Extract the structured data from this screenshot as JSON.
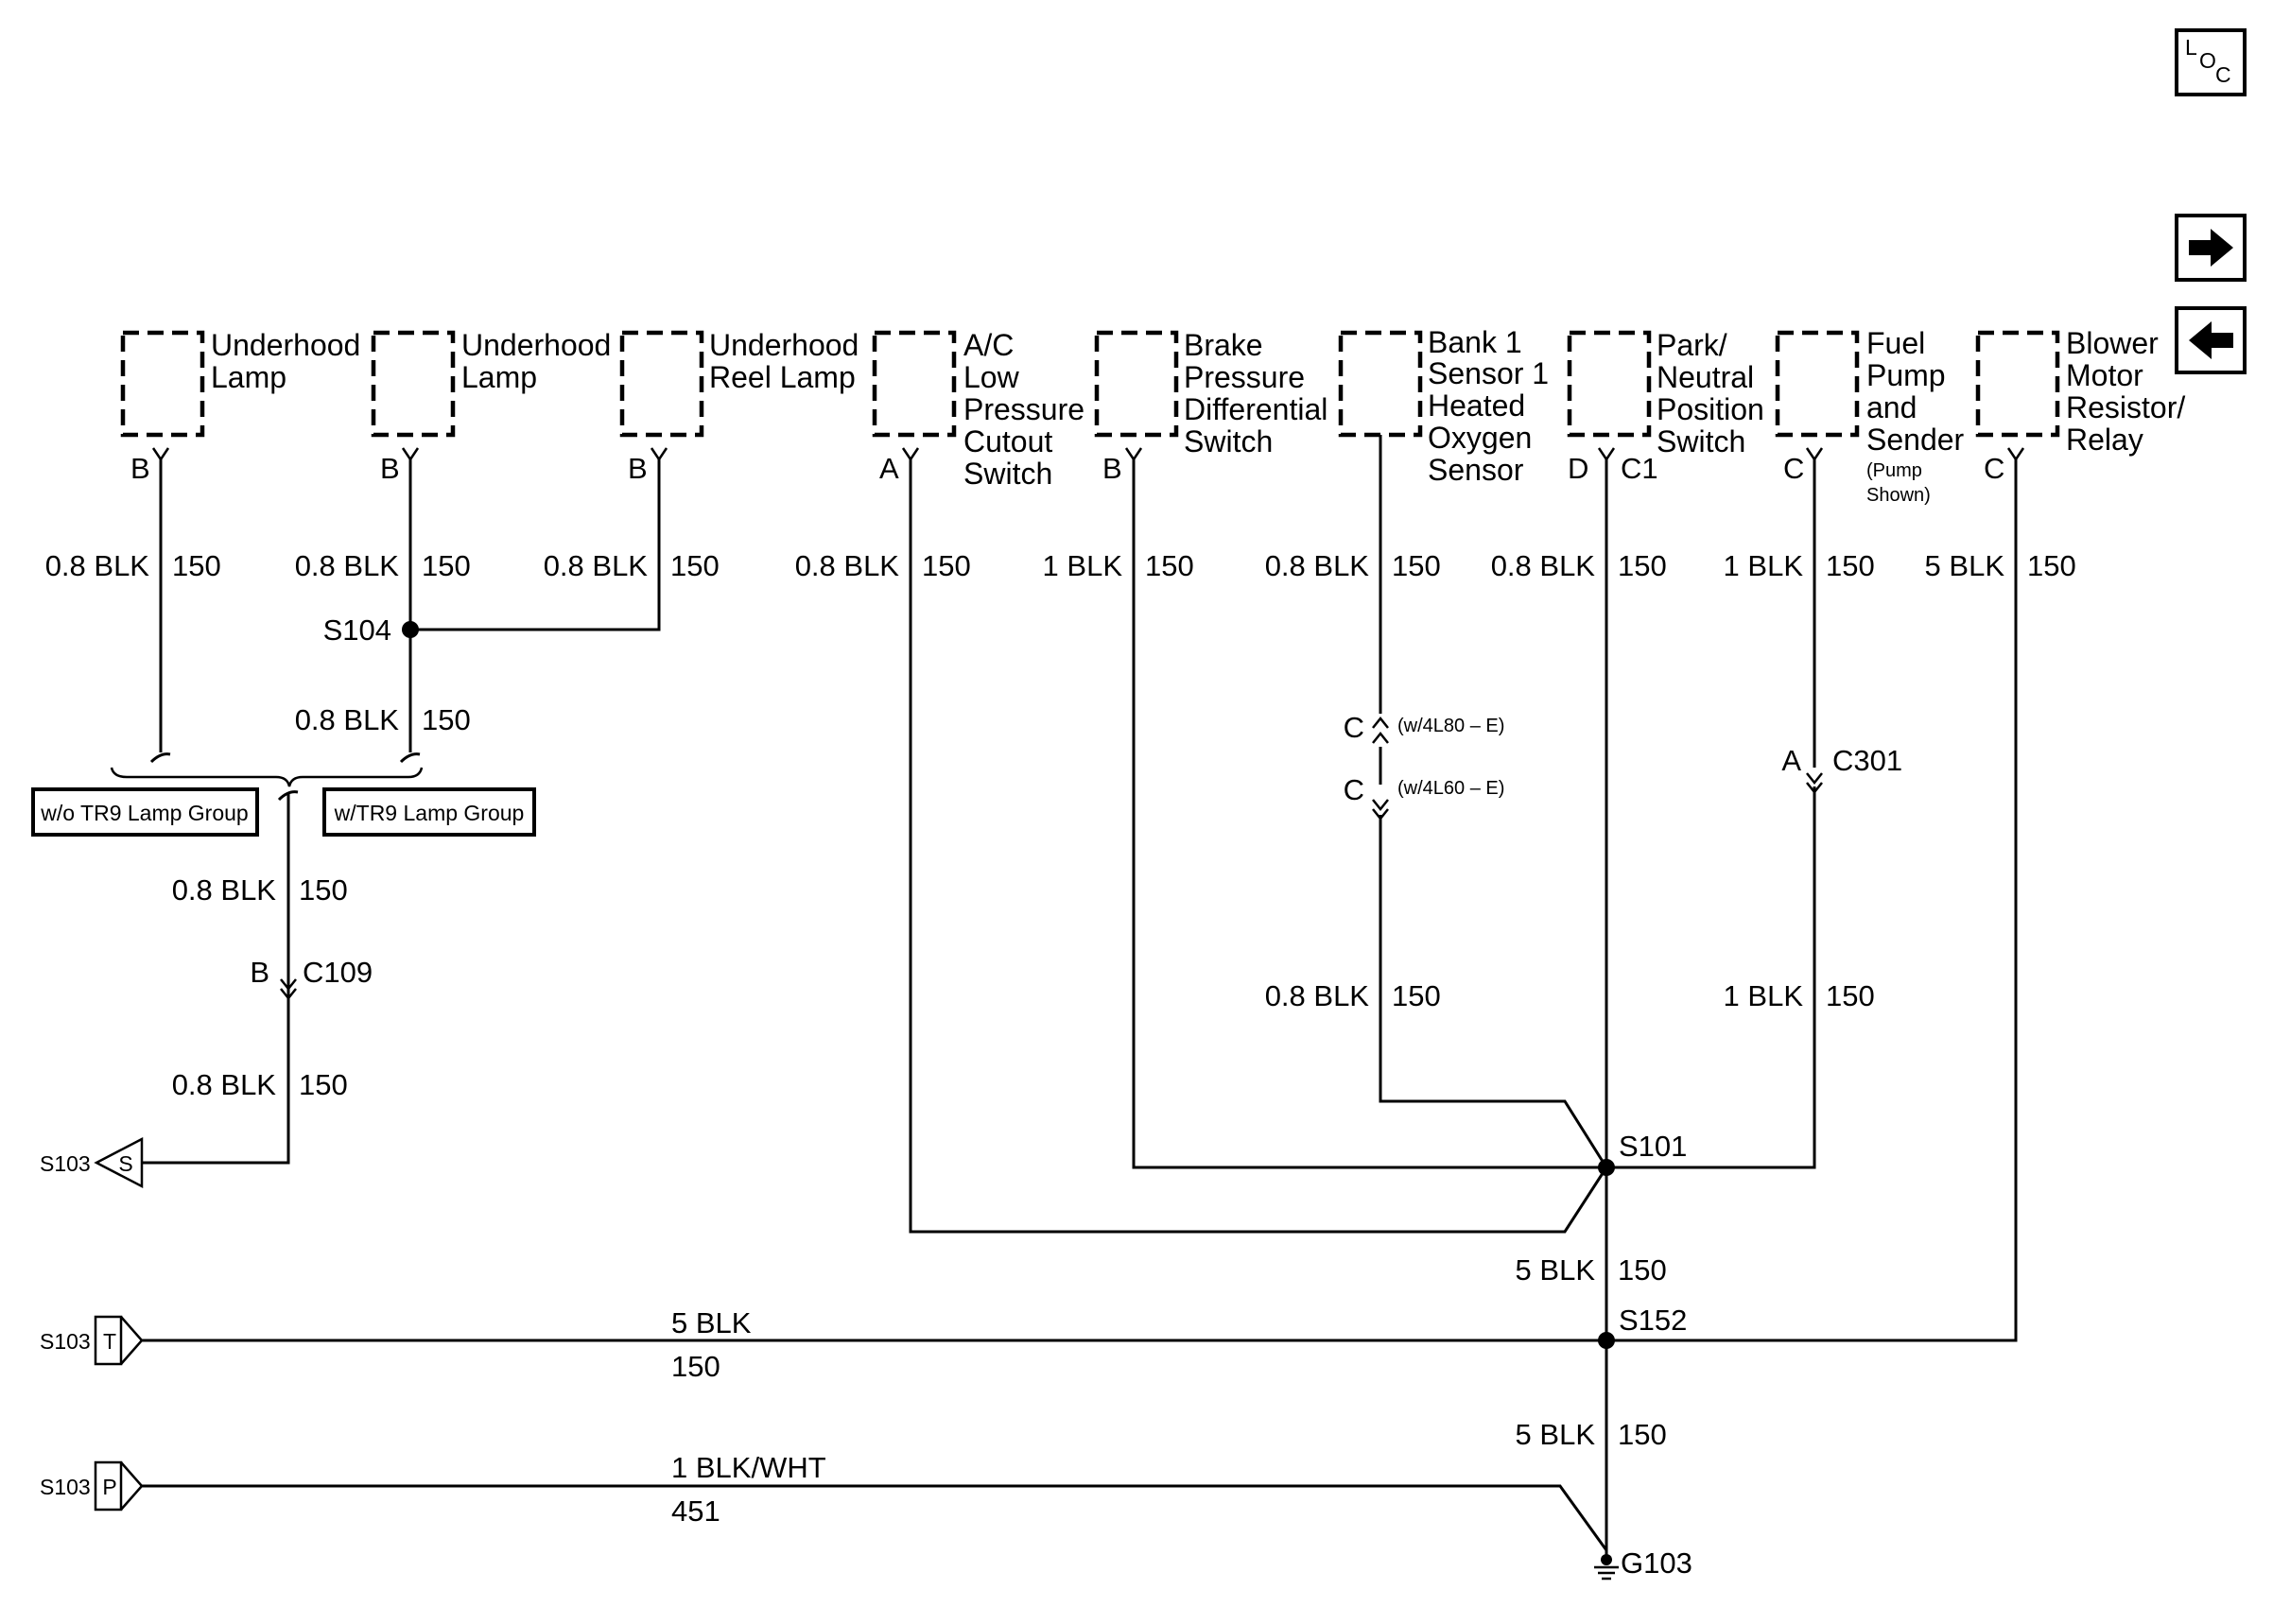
{
  "nav": {
    "loc": {
      "l": "L",
      "o": "O",
      "c": "C"
    },
    "next_icon": "right-arrow-icon",
    "prev_icon": "left-arrow-icon"
  },
  "components": [
    {
      "lines": [
        "Underhood",
        "Lamp"
      ],
      "pin": "B"
    },
    {
      "lines": [
        "Underhood",
        "Lamp"
      ],
      "pin": "B"
    },
    {
      "lines": [
        "Underhood",
        "Reel Lamp"
      ],
      "pin": "B"
    },
    {
      "lines": [
        "A/C",
        "Low",
        "Pressure",
        "Cutout",
        "Switch"
      ],
      "pin": "A"
    },
    {
      "lines": [
        "Brake",
        "Pressure",
        "Differential",
        "Switch"
      ],
      "pin": "B"
    },
    {
      "lines": [
        "Bank 1",
        "Sensor 1",
        "Heated",
        "Oxygen",
        "Sensor"
      ],
      "pin": ""
    },
    {
      "lines": [
        "Park/",
        "Neutral",
        "Position",
        "Switch"
      ],
      "pin": "D",
      "connector": "C1"
    },
    {
      "lines": [
        "Fuel",
        "Pump",
        "and",
        "Sender"
      ],
      "note": [
        "(Pump",
        "Shown)"
      ],
      "pin": "C"
    },
    {
      "lines": [
        "Blower",
        "Motor",
        "Resistor/",
        "Relay"
      ],
      "pin": "C"
    }
  ],
  "wires": {
    "w1": [
      "0.8 BLK",
      "150"
    ],
    "w2": [
      "0.8 BLK",
      "150"
    ],
    "w3": [
      "0.8 BLK",
      "150"
    ],
    "w4": [
      "0.8 BLK",
      "150"
    ],
    "w5": [
      "1 BLK",
      "150"
    ],
    "w6": [
      "0.8 BLK",
      "150"
    ],
    "w7": [
      "0.8 BLK",
      "150"
    ],
    "w8": [
      "1 BLK",
      "150"
    ],
    "w9": [
      "5 BLK",
      "150"
    ],
    "s104_down": [
      "0.8 BLK",
      "150"
    ],
    "options_down": [
      "0.8 BLK",
      "150"
    ],
    "c109_down": [
      "0.8 BLK",
      "150"
    ],
    "o2_lower": [
      "0.8 BLK",
      "150"
    ],
    "fuel_lower": [
      "1 BLK",
      "150"
    ],
    "s101_down": [
      "5 BLK",
      "150"
    ],
    "s152_down": [
      "5 BLK",
      "150"
    ],
    "t_wire": [
      "5 BLK",
      "150"
    ],
    "p_wire": [
      "1 BLK/WHT",
      "451"
    ]
  },
  "options": {
    "left": "w/o TR9 Lamp Group",
    "right": "w/TR9 Lamp Group"
  },
  "splices": {
    "s104": "S104",
    "s101": "S101",
    "s152": "S152"
  },
  "connectors": {
    "c109": {
      "pin": "B",
      "name": "C109"
    },
    "o2_upper": {
      "pin": "C",
      "note": "(w/4L80 – E)"
    },
    "o2_lower": {
      "pin": "C",
      "note": "(w/4L60 – E)"
    },
    "c301": {
      "pin": "A",
      "name": "C301"
    }
  },
  "offpage": [
    {
      "ref": "S103",
      "letter": "S"
    },
    {
      "ref": "S103",
      "letter": "T"
    },
    {
      "ref": "S103",
      "letter": "P"
    }
  ],
  "ground": {
    "name": "G103"
  }
}
